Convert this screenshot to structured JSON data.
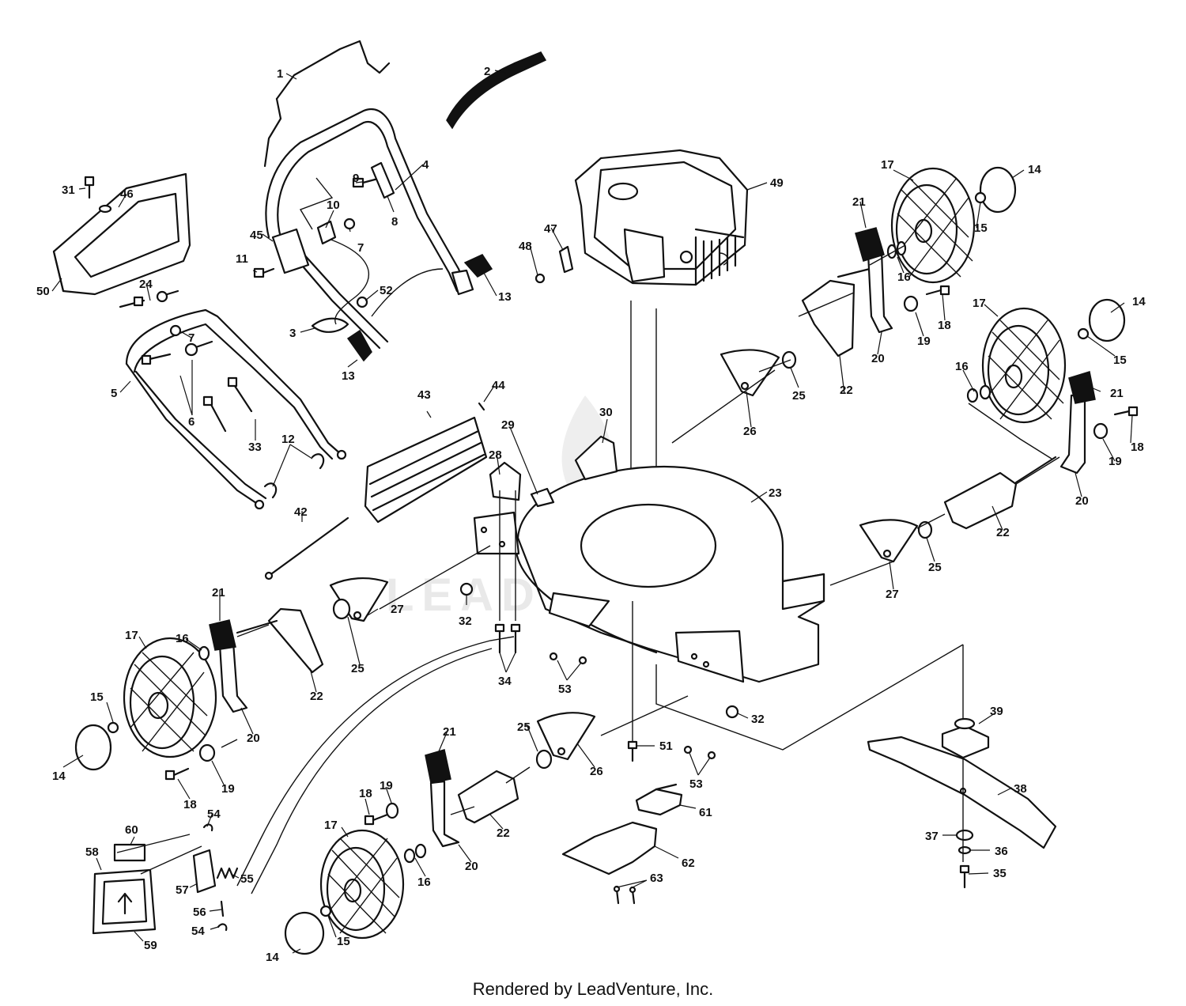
{
  "footer": {
    "credit": "Rendered by LeadVenture, Inc."
  },
  "watermark": {
    "text": "LEADVENTURE"
  },
  "callouts": [
    {
      "id": "c1",
      "label": "1"
    },
    {
      "id": "c2",
      "label": "2"
    },
    {
      "id": "c3",
      "label": "3"
    },
    {
      "id": "c4",
      "label": "4"
    },
    {
      "id": "c5",
      "label": "5"
    },
    {
      "id": "c6",
      "label": "6"
    },
    {
      "id": "c7a",
      "label": "7"
    },
    {
      "id": "c7b",
      "label": "7"
    },
    {
      "id": "c8",
      "label": "8"
    },
    {
      "id": "c9",
      "label": "9"
    },
    {
      "id": "c10",
      "label": "10"
    },
    {
      "id": "c11",
      "label": "11"
    },
    {
      "id": "c12",
      "label": "12"
    },
    {
      "id": "c13a",
      "label": "13"
    },
    {
      "id": "c13b",
      "label": "13"
    },
    {
      "id": "c14a",
      "label": "14"
    },
    {
      "id": "c14b",
      "label": "14"
    },
    {
      "id": "c14c",
      "label": "14"
    },
    {
      "id": "c14d",
      "label": "14"
    },
    {
      "id": "c15a",
      "label": "15"
    },
    {
      "id": "c15b",
      "label": "15"
    },
    {
      "id": "c15c",
      "label": "15"
    },
    {
      "id": "c15d",
      "label": "15"
    },
    {
      "id": "c16a",
      "label": "16"
    },
    {
      "id": "c16b",
      "label": "16"
    },
    {
      "id": "c16c",
      "label": "16"
    },
    {
      "id": "c16d",
      "label": "16"
    },
    {
      "id": "c17a",
      "label": "17"
    },
    {
      "id": "c17b",
      "label": "17"
    },
    {
      "id": "c17c",
      "label": "17"
    },
    {
      "id": "c17d",
      "label": "17"
    },
    {
      "id": "c18a",
      "label": "18"
    },
    {
      "id": "c18b",
      "label": "18"
    },
    {
      "id": "c18c",
      "label": "18"
    },
    {
      "id": "c18d",
      "label": "18"
    },
    {
      "id": "c19a",
      "label": "19"
    },
    {
      "id": "c19b",
      "label": "19"
    },
    {
      "id": "c19c",
      "label": "19"
    },
    {
      "id": "c19d",
      "label": "19"
    },
    {
      "id": "c20a",
      "label": "20"
    },
    {
      "id": "c20b",
      "label": "20"
    },
    {
      "id": "c20c",
      "label": "20"
    },
    {
      "id": "c20d",
      "label": "20"
    },
    {
      "id": "c21a",
      "label": "21"
    },
    {
      "id": "c21b",
      "label": "21"
    },
    {
      "id": "c21c",
      "label": "21"
    },
    {
      "id": "c21d",
      "label": "21"
    },
    {
      "id": "c22a",
      "label": "22"
    },
    {
      "id": "c22b",
      "label": "22"
    },
    {
      "id": "c22c",
      "label": "22"
    },
    {
      "id": "c22d",
      "label": "22"
    },
    {
      "id": "c23",
      "label": "23"
    },
    {
      "id": "c24",
      "label": "24"
    },
    {
      "id": "c25a",
      "label": "25"
    },
    {
      "id": "c25b",
      "label": "25"
    },
    {
      "id": "c25c",
      "label": "25"
    },
    {
      "id": "c25d",
      "label": "25"
    },
    {
      "id": "c26a",
      "label": "26"
    },
    {
      "id": "c26b",
      "label": "26"
    },
    {
      "id": "c27a",
      "label": "27"
    },
    {
      "id": "c27b",
      "label": "27"
    },
    {
      "id": "c28",
      "label": "28"
    },
    {
      "id": "c29",
      "label": "29"
    },
    {
      "id": "c30",
      "label": "30"
    },
    {
      "id": "c31",
      "label": "31"
    },
    {
      "id": "c32a",
      "label": "32"
    },
    {
      "id": "c32b",
      "label": "32"
    },
    {
      "id": "c33",
      "label": "33"
    },
    {
      "id": "c34",
      "label": "34"
    },
    {
      "id": "c35",
      "label": "35"
    },
    {
      "id": "c36",
      "label": "36"
    },
    {
      "id": "c37",
      "label": "37"
    },
    {
      "id": "c38",
      "label": "38"
    },
    {
      "id": "c39",
      "label": "39"
    },
    {
      "id": "c42",
      "label": "42"
    },
    {
      "id": "c43",
      "label": "43"
    },
    {
      "id": "c44",
      "label": "44"
    },
    {
      "id": "c45",
      "label": "45"
    },
    {
      "id": "c46",
      "label": "46"
    },
    {
      "id": "c47",
      "label": "47"
    },
    {
      "id": "c48",
      "label": "48"
    },
    {
      "id": "c49",
      "label": "49"
    },
    {
      "id": "c50",
      "label": "50"
    },
    {
      "id": "c51",
      "label": "51"
    },
    {
      "id": "c52",
      "label": "52"
    },
    {
      "id": "c53a",
      "label": "53"
    },
    {
      "id": "c53b",
      "label": "53"
    },
    {
      "id": "c54a",
      "label": "54"
    },
    {
      "id": "c54b",
      "label": "54"
    },
    {
      "id": "c55",
      "label": "55"
    },
    {
      "id": "c56",
      "label": "56"
    },
    {
      "id": "c57",
      "label": "57"
    },
    {
      "id": "c58",
      "label": "58"
    },
    {
      "id": "c59",
      "label": "59"
    },
    {
      "id": "c60",
      "label": "60"
    },
    {
      "id": "c61",
      "label": "61"
    },
    {
      "id": "c62",
      "label": "62"
    },
    {
      "id": "c63",
      "label": "63"
    }
  ]
}
